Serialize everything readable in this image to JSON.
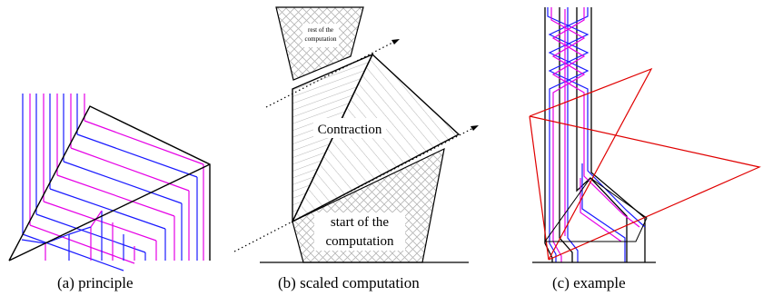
{
  "panels": {
    "a": {
      "caption": "(a)  principle"
    },
    "b": {
      "caption": "(b)  scaled computation",
      "rest_line1": "rest of the",
      "rest_line2": "computation",
      "contraction": "Contraction",
      "start_line1": "start of the",
      "start_line2": "computation"
    },
    "c": {
      "caption": "(c)  example"
    }
  },
  "colors": {
    "blue": "#1a1aff",
    "magenta": "#e600e6",
    "red": "#e00000",
    "black": "#000000",
    "hatch": "#c0c0c0"
  }
}
